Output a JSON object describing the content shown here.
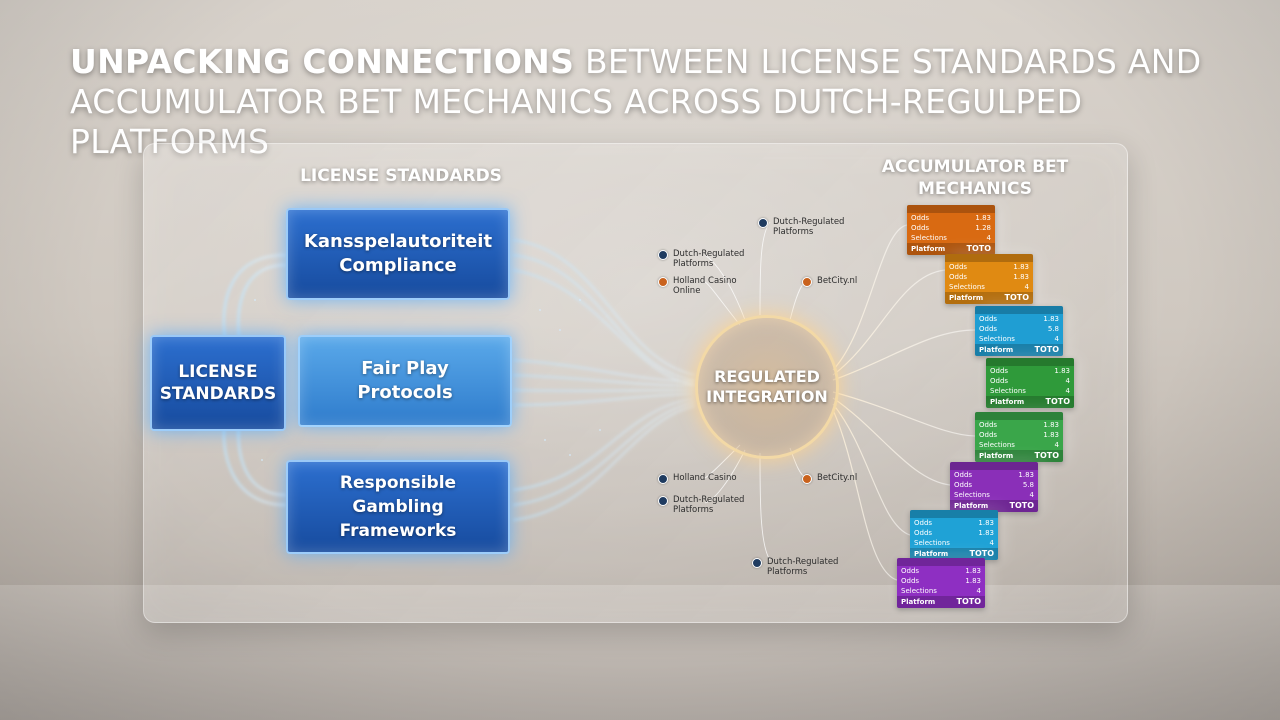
{
  "title": {
    "lead": "UNPACKING CONNECTIONS",
    "rest": " BETWEEN LICENSE STANDARDS AND ACCUMULATOR BET MECHANICS ACROSS DUTCH-REGULPED PLATFORMS"
  },
  "left_heading": "LICENSE STANDARDS",
  "right_heading": "ACCUMULATOR BET MECHANICS",
  "root_box": "LICENSE STANDARDS",
  "standards": [
    {
      "label": "Kansspelautoriteit Compliance"
    },
    {
      "label": "Fair Play Protocols"
    },
    {
      "label": "Responsible Gambling Frameworks"
    }
  ],
  "hub": "REGULATED INTEGRATION",
  "platform_labels": [
    {
      "text": "Dutch-Regulated Platforms",
      "icon": "platform-dot-icon"
    },
    {
      "text": "Dutch-Regulated Platforms",
      "icon": "platform-dot-icon"
    },
    {
      "text": "Holland Casino Online",
      "icon": "platform-dot-icon"
    },
    {
      "text": "BetCity.nl",
      "icon": "platform-dot-icon"
    },
    {
      "text": "Holland Casino",
      "icon": "platform-dot-icon"
    },
    {
      "text": "BetCity.nl",
      "icon": "platform-dot-icon"
    },
    {
      "text": "Dutch-Regulated Platforms",
      "icon": "platform-dot-icon"
    },
    {
      "text": "Dutch-Regulated Platforms",
      "icon": "platform-dot-icon"
    }
  ],
  "slips": [
    {
      "color": "#d96a12",
      "odds": "1.83",
      "row2": "1.28",
      "row3": "4",
      "rows": [
        "Odds",
        "Odds",
        "Selections"
      ],
      "footer": "Platform",
      "brand": "TOTO"
    },
    {
      "color": "#e08a12",
      "odds": "1.83",
      "row2": "1.83",
      "row3": "4",
      "rows": [
        "Odds",
        "Odds",
        "Selections"
      ],
      "footer": "Platform",
      "brand": "TOTO"
    },
    {
      "color": "#1f9ed3",
      "odds": "1.83",
      "row2": "5.8",
      "row3": "4",
      "rows": [
        "Odds",
        "Odds",
        "Selections"
      ],
      "footer": "Platform",
      "brand": "TOTO"
    },
    {
      "color": "#2f9a3a",
      "odds": "1.83",
      "row2": "4",
      "row3": "4",
      "rows": [
        "Odds",
        "Odds",
        "Selections"
      ],
      "footer": "Platform",
      "brand": "TOTO"
    },
    {
      "color": "#3aa64a",
      "odds": "1.83",
      "row2": "1.83",
      "row3": "4",
      "rows": [
        "Odds",
        "Odds",
        "Selections"
      ],
      "footer": "Platform",
      "brand": "TOTO"
    },
    {
      "color": "#8a2fb8",
      "odds": "1.83",
      "row2": "5.8",
      "row3": "4",
      "rows": [
        "Odds",
        "Odds",
        "Selections"
      ],
      "footer": "Platform",
      "brand": "TOTO"
    },
    {
      "color": "#1fa2d6",
      "odds": "1.83",
      "row2": "1.83",
      "row3": "4",
      "rows": [
        "Odds",
        "Odds",
        "Selections"
      ],
      "footer": "Platform",
      "brand": "TOTO"
    },
    {
      "color": "#8e2fc2",
      "odds": "1.83",
      "row2": "1.83",
      "row3": "4",
      "rows": [
        "Odds",
        "Odds",
        "Selections"
      ],
      "footer": "Platform",
      "brand": "TOTO"
    }
  ]
}
